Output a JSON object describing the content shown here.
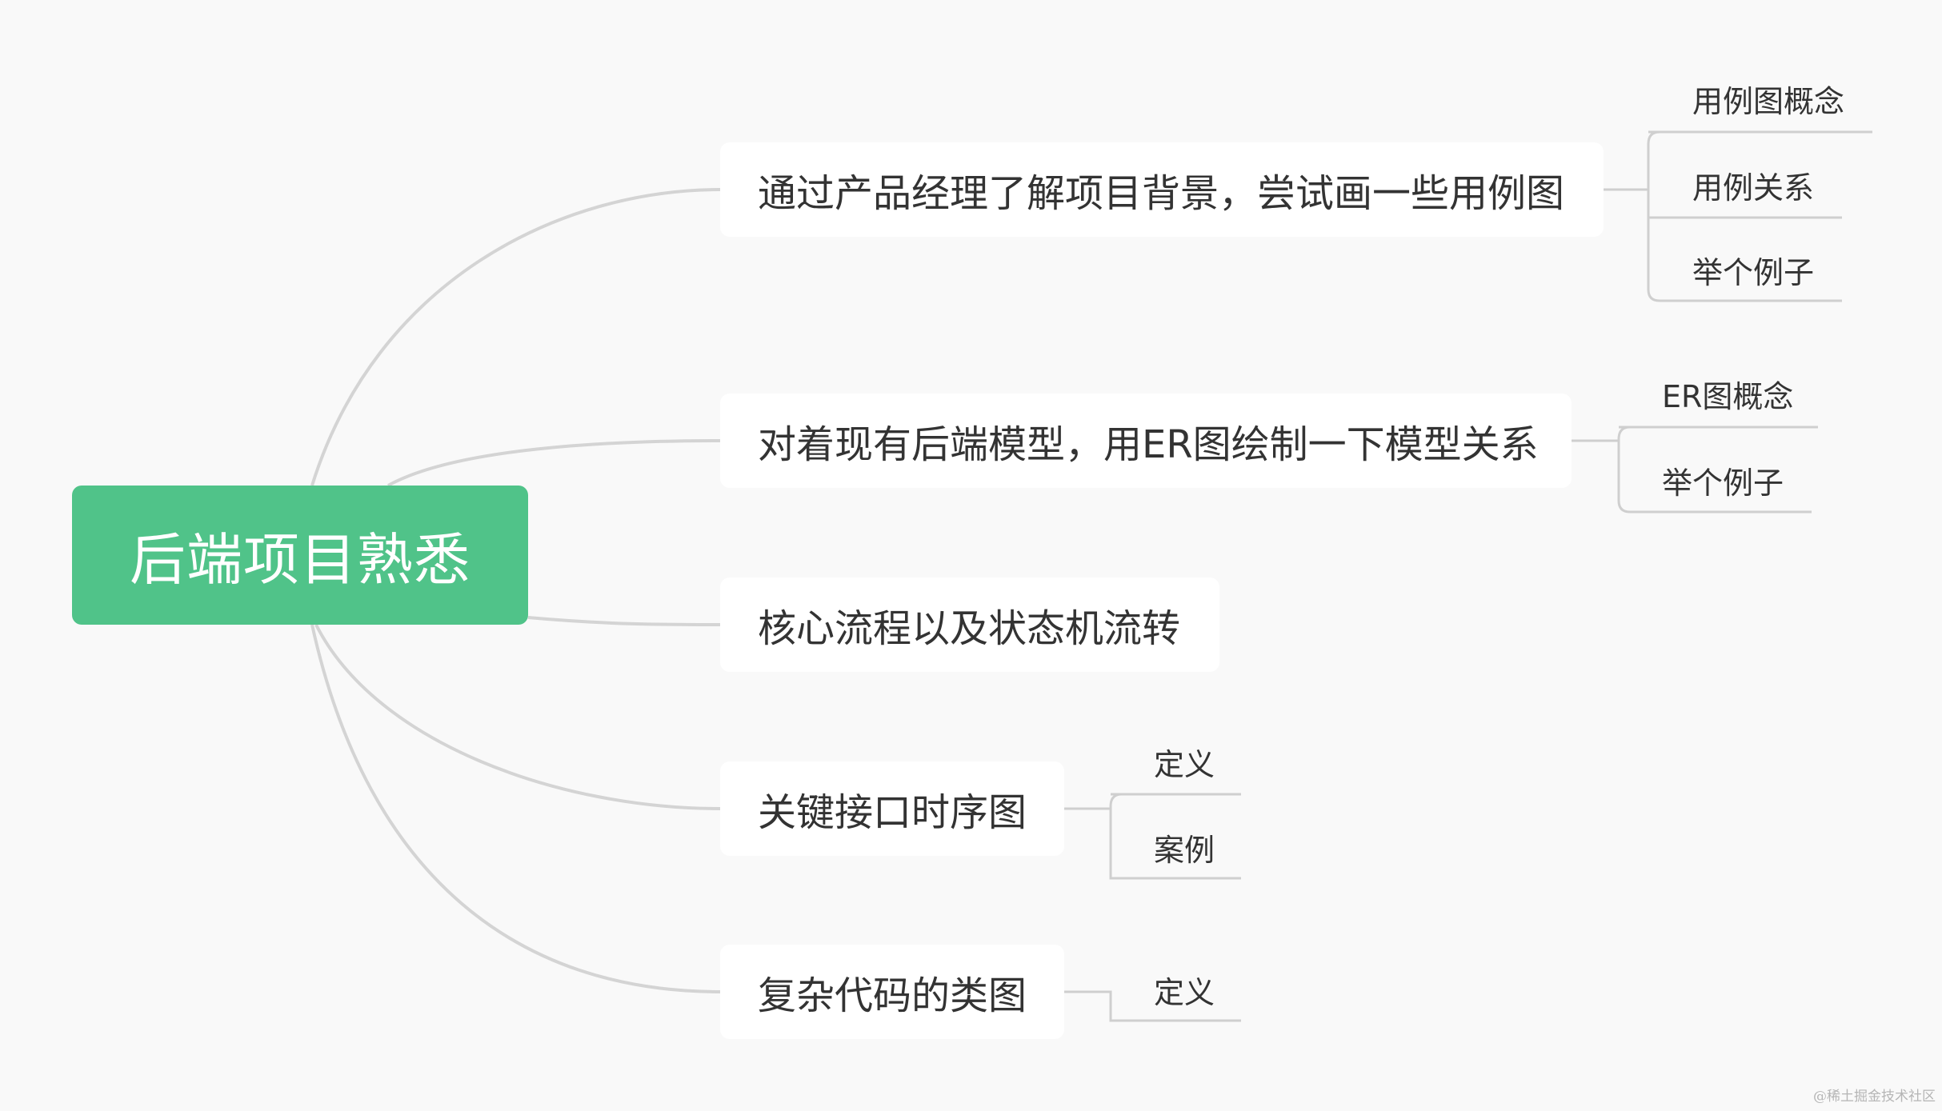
{
  "mindmap": {
    "root": "后端项目熟悉",
    "branches": [
      {
        "label": "通过产品经理了解项目背景，尝试画一些用例图",
        "children": [
          "用例图概念",
          "用例关系",
          "举个例子"
        ]
      },
      {
        "label": "对着现有后端模型，用ER图绘制一下模型关系",
        "children": [
          "ER图概念",
          "举个例子"
        ]
      },
      {
        "label": "核心流程以及状态机流转",
        "children": []
      },
      {
        "label": "关键接口时序图",
        "children": [
          "定义",
          "案例"
        ]
      },
      {
        "label": "复杂代码的类图",
        "children": [
          "定义"
        ]
      }
    ]
  },
  "colors": {
    "root_fill": "#50c389",
    "curve": "#d4d4d4",
    "leaf_line": "#cfcfcf",
    "background": "#f9f9f9"
  },
  "watermark": "@稀土掘金技术社区"
}
